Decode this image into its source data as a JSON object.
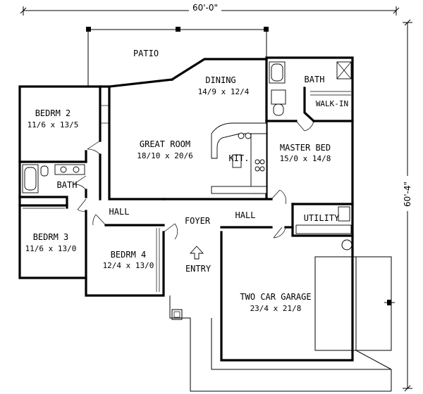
{
  "dimensions": {
    "width": "60'-0\"",
    "depth": "60'-4\""
  },
  "rooms": {
    "patio": {
      "name": "PATIO"
    },
    "dining": {
      "name": "DINING",
      "size": "14/9 x 12/4"
    },
    "bath_master": {
      "name": "BATH"
    },
    "walk_in": {
      "name": "WALK-IN"
    },
    "bedroom2": {
      "name": "BEDRM 2",
      "size": "11/6 x 13/5"
    },
    "great_room": {
      "name": "GREAT ROOM",
      "size": "18/10 x 20/6"
    },
    "kitchen": {
      "name": "KIT."
    },
    "master_bed": {
      "name": "MASTER BED",
      "size": "15/0 x 14/8"
    },
    "bath_hall": {
      "name": "BATH"
    },
    "hall_left": {
      "name": "HALL"
    },
    "foyer": {
      "name": "FOYER"
    },
    "hall_right": {
      "name": "HALL"
    },
    "utility": {
      "name": "UTILITY"
    },
    "bedroom3": {
      "name": "BEDRM 3",
      "size": "11/6 x 13/0"
    },
    "bedroom4": {
      "name": "BEDRM 4",
      "size": "12/4 x 13/0"
    },
    "entry": {
      "name": "ENTRY"
    },
    "garage": {
      "name": "TWO CAR GARAGE",
      "size": "23/4 x 21/8"
    }
  }
}
